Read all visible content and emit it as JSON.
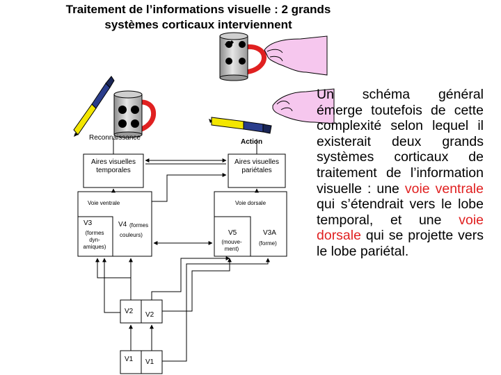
{
  "title": {
    "line1": "Traitement de l’informations visuelle : 2 grands",
    "line2": "systèmes corticaux interviennent"
  },
  "labels": {
    "reconnaissance": "Reconnaissance",
    "action": "Action",
    "temporal_areas_1": "Aires visuelles",
    "temporal_areas_2": "temporales",
    "parietal_areas_1": "Aires visuelles",
    "parietal_areas_2": "pariétales",
    "ventral_path": "Voie ventrale",
    "dorsal_path": "Voie dorsale",
    "v3": "V3",
    "v3_note_1": "(formes",
    "v3_note_2": "dyn-",
    "v3_note_3": "amiques)",
    "v4": "V4",
    "v4_note_1": "(formes",
    "v4_note_2": "couleurs)",
    "v5": "V5",
    "v5_note_1": "(mouve-",
    "v5_note_2": "ment)",
    "v3a": "V3A",
    "v3a_note": "(forme)",
    "v2_left": "V2",
    "v2_right": "V2",
    "v1_left": "V1",
    "v1_right": "V1"
  },
  "side_text": {
    "part1": "Un schéma général émerge toutefois de cette complexité selon lequel il existerait deux grands systèmes corticaux de traitement de l’information visuelle : une ",
    "ventral": "voie ventrale",
    "part2": " qui s’étendrait vers le lobe temporal, et une ",
    "dorsal": "voie dorsale",
    "part3": " qui se projette vers le lobe pariétal."
  },
  "colors": {
    "accent_red": "#e02020",
    "pen_yellow": "#f3e600",
    "pen_blue": "#2a3d8c",
    "hand_pink": "#f6c7ee"
  }
}
